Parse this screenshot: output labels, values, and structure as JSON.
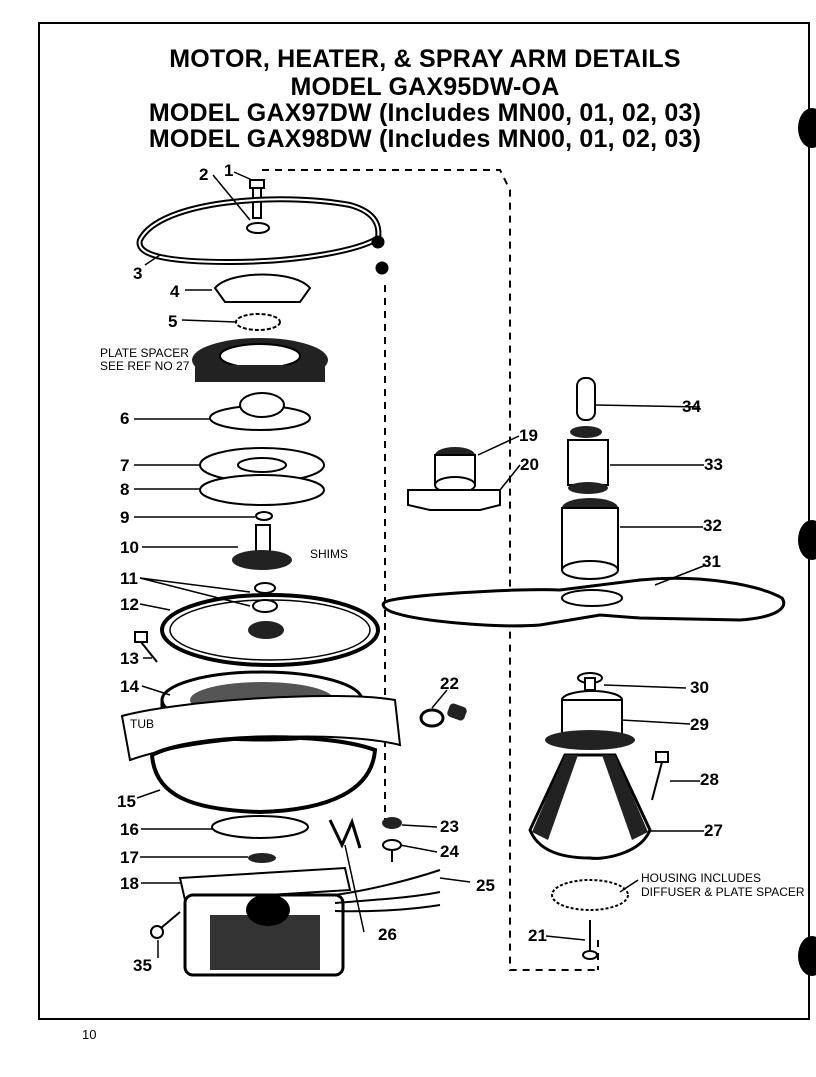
{
  "titles": {
    "line1": "MOTOR, HEATER, & SPRAY ARM DETAILS",
    "line2": "MODEL GAX95DW-OA",
    "line3": "MODEL GAX97DW (Includes MN00, 01, 02, 03)",
    "line4": "MODEL GAX98DW (Includes MN00, 01, 02, 03)"
  },
  "callouts": [
    "1",
    "2",
    "3",
    "4",
    "5",
    "6",
    "7",
    "8",
    "9",
    "10",
    "11",
    "12",
    "13",
    "14",
    "15",
    "16",
    "17",
    "18",
    "19",
    "20",
    "21",
    "22",
    "23",
    "24",
    "25",
    "26",
    "27",
    "28",
    "29",
    "30",
    "31",
    "32",
    "33",
    "34",
    "35"
  ],
  "notes": {
    "plate_spacer_1": "PLATE SPACER",
    "plate_spacer_2": "SEE REF NO 27",
    "shims": "SHIMS",
    "tub": "TUB",
    "housing_1": "HOUSING INCLUDES",
    "housing_2": "DIFFUSER & PLATE SPACER"
  },
  "page_number": "10"
}
